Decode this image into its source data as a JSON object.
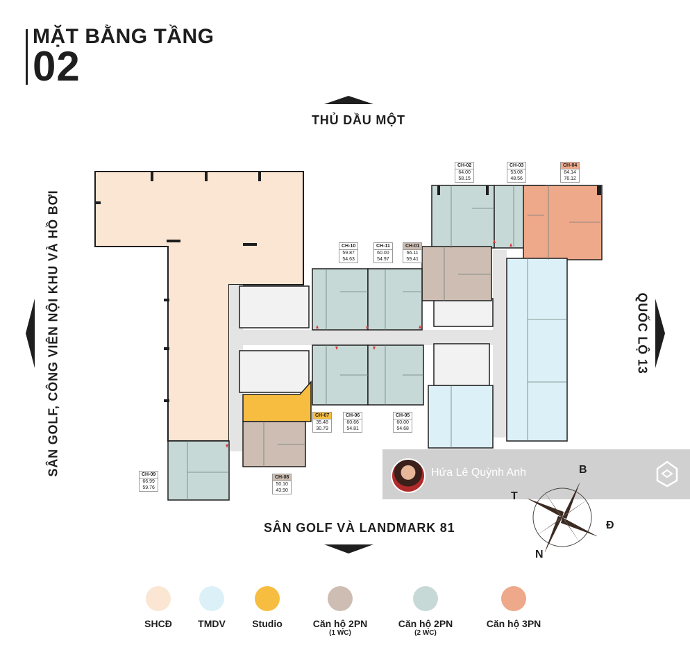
{
  "title": {
    "line1": "MẶT BẰNG TẦNG",
    "number": "02"
  },
  "directions": {
    "north": "THỦ DẦU MỘT",
    "south": "SÂN GOLF VÀ LANDMARK 81",
    "west": "SÂN GOLF, CÔNG VIÊN NỘI KHU VÀ HỒ BƠI",
    "east": "QUỐC LỘ 13"
  },
  "units": [
    {
      "code": "CH-02",
      "a": "64.00",
      "b": "58.15",
      "type": "p2b"
    },
    {
      "code": "CH-03",
      "a": "53.08",
      "b": "48.56",
      "type": "p2b"
    },
    {
      "code": "CH-04",
      "a": "84.14",
      "b": "76.12",
      "type": "p3"
    },
    {
      "code": "CH-10",
      "a": "59.87",
      "b": "54.63",
      "type": "p2b"
    },
    {
      "code": "CH-11",
      "a": "60.00",
      "b": "54.97",
      "type": "p2b"
    },
    {
      "code": "CH-01",
      "a": "66.11",
      "b": "59.41",
      "type": "p2a"
    },
    {
      "code": "CH-07",
      "a": "35.48",
      "b": "30.79",
      "type": "studio"
    },
    {
      "code": "CH-06",
      "a": "60.66",
      "b": "54.81",
      "type": "p2b"
    },
    {
      "code": "CH-05",
      "a": "60.00",
      "b": "54.68",
      "type": "p2b"
    },
    {
      "code": "CH-09",
      "a": "66.99",
      "b": "59.76",
      "type": "p2b"
    },
    {
      "code": "CH-08",
      "a": "50.10",
      "b": "43.90",
      "type": "p2a"
    }
  ],
  "watermark": {
    "name": "Hứa Lê Quỳnh Anh"
  },
  "compass": {
    "b": "B",
    "d": "Đ",
    "n": "N",
    "t": "T"
  },
  "legend": [
    {
      "label": "SHCĐ",
      "sub": "",
      "color": "#fbe6d3"
    },
    {
      "label": "TMDV",
      "sub": "",
      "color": "#dcf0f7"
    },
    {
      "label": "Studio",
      "sub": "",
      "color": "#f6bd40"
    },
    {
      "label": "Căn hộ 2PN",
      "sub": "(1 WC)",
      "color": "#cdbdb3"
    },
    {
      "label": "Căn hộ 2PN",
      "sub": "(2 WC)",
      "color": "#c7d9d6"
    },
    {
      "label": "Căn hộ 3PN",
      "sub": "",
      "color": "#eea88a"
    }
  ],
  "colors": {
    "shcd": "#fbe6d3",
    "tmdv": "#dcf0f7",
    "studio": "#f6bd40",
    "p2a": "#cdbdb3",
    "p2b": "#c7d9d6",
    "p3": "#eea88a",
    "corridor": "#e4e4e4",
    "wall": "#1e1e1e"
  }
}
